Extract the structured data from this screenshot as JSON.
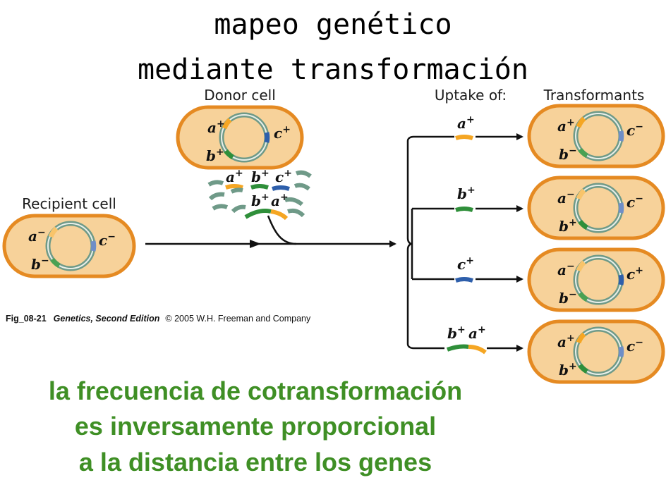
{
  "title": {
    "line1": "mapeo genético",
    "line2": "mediante transformación"
  },
  "labels": {
    "donor_cell": "Donor cell",
    "recipient_cell": "Recipient cell",
    "uptake_of": "Uptake of:",
    "transformants": "Transformants"
  },
  "genes": {
    "a": "a",
    "b": "b",
    "c": "c",
    "plus": "+",
    "minus": "−"
  },
  "credit": {
    "fig": "Fig_08-21",
    "book": "Genetics, Second Edition",
    "rest": "© 2005 W.H. Freeman and Company"
  },
  "conclusion": {
    "line1": "la frecuencia de cotransformación",
    "line2": "es inversamente proporcional",
    "line3": "a la distancia entre los genes"
  },
  "colors": {
    "cell_fill": "#f7d29a",
    "cell_border": "#e58a22",
    "dna_strand": "#6f9a88",
    "gene_a": "#f5a623",
    "gene_b": "#2f8f3a",
    "gene_c": "#2e5fab",
    "conclusion_text": "#3f8f25"
  }
}
